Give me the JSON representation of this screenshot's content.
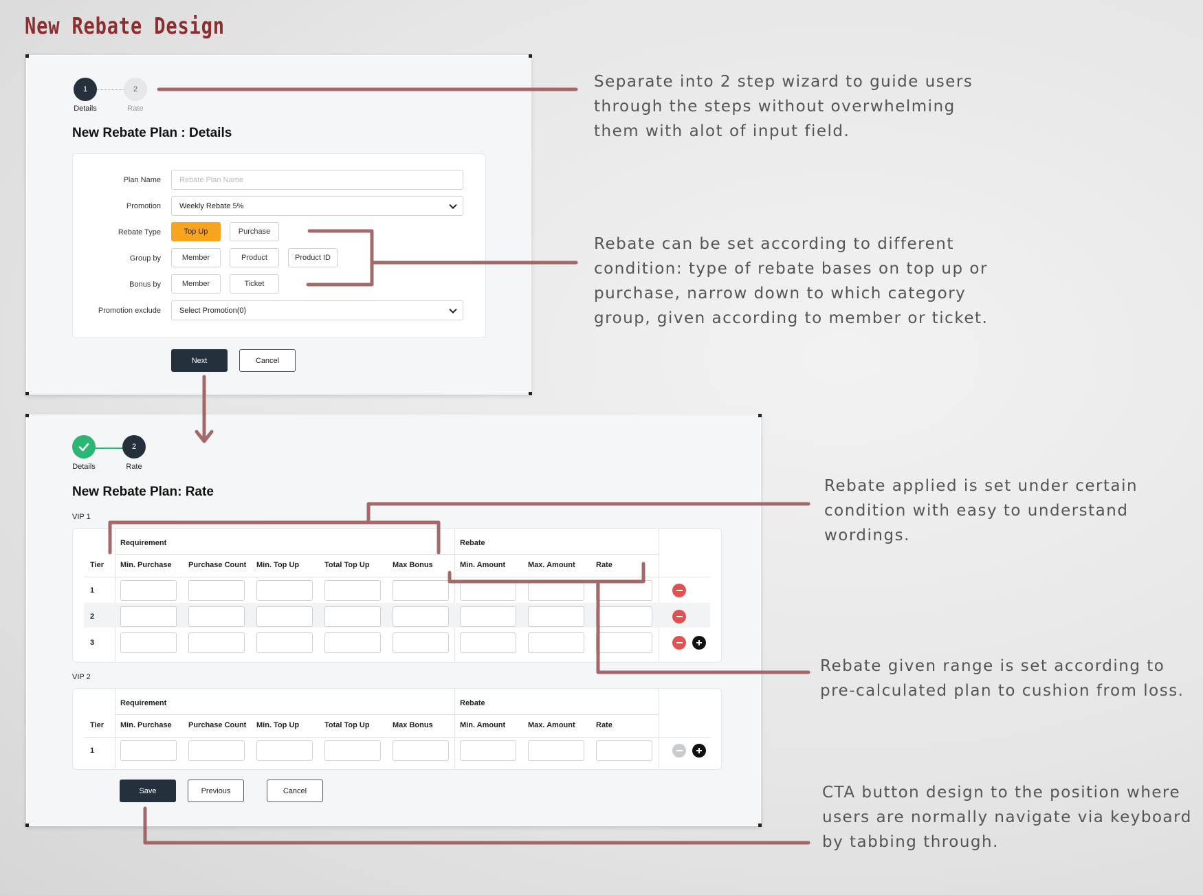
{
  "page_title": "New Rebate Design",
  "step1": {
    "stepper": [
      {
        "number": "1",
        "label": "Details"
      },
      {
        "number": "2",
        "label": "Rate"
      }
    ],
    "title": "New Rebate Plan : Details",
    "form": {
      "plan_name_label": "Plan Name",
      "plan_name_placeholder": "Rebate Plan Name",
      "promotion_label": "Promotion",
      "promotion_value": "Weekly Rebate 5%",
      "rebate_type_label": "Rebate Type",
      "rebate_type_options": [
        "Top Up",
        "Purchase"
      ],
      "rebate_type_selected": "Top Up",
      "group_by_label": "Group by",
      "group_by_options": [
        "Member",
        "Product",
        "Product ID"
      ],
      "bonus_by_label": "Bonus by",
      "bonus_by_options": [
        "Member",
        "Ticket"
      ],
      "promotion_exclude_label": "Promotion exclude",
      "promotion_exclude_value": "Select Promotion(0)"
    },
    "buttons": {
      "next": "Next",
      "cancel": "Cancel"
    }
  },
  "step2": {
    "stepper": [
      {
        "number": "",
        "label": "Details",
        "status": "done"
      },
      {
        "number": "2",
        "label": "Rate",
        "status": "current"
      }
    ],
    "title": "New Rebate Plan: Rate",
    "groups_header": {
      "requirement": "Requirement",
      "rebate": "Rebate"
    },
    "columns": [
      "Tier",
      "Min. Purchase",
      "Purchase Count",
      "Min. Top Up",
      "Total Top Up",
      "Max Bonus",
      "Min. Amount",
      "Max. Amount",
      "Rate"
    ],
    "vip_tables": [
      {
        "label": "VIP 1",
        "tiers": [
          "1",
          "2",
          "3"
        ]
      },
      {
        "label": "VIP 2",
        "tiers": [
          "1"
        ]
      }
    ],
    "buttons": {
      "save": "Save",
      "previous": "Previous",
      "cancel": "Cancel"
    }
  },
  "annotations": [
    "Separate into 2 step wizard to guide users through the steps without overwhelming them with alot of input field.",
    "Rebate can be set according to different condition: type of rebate bases on top up or purchase, narrow down to which category group, given according to member or ticket.",
    "Rebate applied is set under certain condition with easy to understand wordings.",
    "Rebate given range is set according to pre-calculated plan to cushion from loss.",
    "CTA button design to the position where users are normally navigate via keyboard by tabbing through."
  ],
  "colors": {
    "title": "#8a2e2e",
    "connector": "#9a5a5a",
    "primary_button": "#24313d",
    "active_chip": "#f7a421",
    "success": "#2bb673",
    "danger": "#e05252"
  }
}
